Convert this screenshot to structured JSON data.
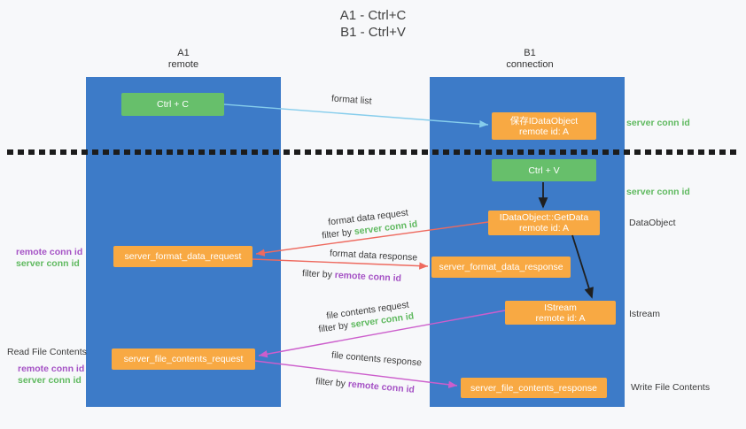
{
  "title": {
    "line1": "A1 - Ctrl+C",
    "line2": "B1 - Ctrl+V"
  },
  "columns": {
    "a": {
      "name": "A1",
      "subtitle": "remote"
    },
    "b": {
      "name": "B1",
      "subtitle": "connection"
    }
  },
  "nodes": {
    "ctrl_c": {
      "label": "Ctrl + C"
    },
    "save_dataobject": {
      "line1": "保存IDataObject",
      "line2": "remote id: A"
    },
    "ctrl_v": {
      "label": "Ctrl + V"
    },
    "getdata": {
      "line1": "IDataObject::GetData",
      "line2": "remote id: A"
    },
    "format_request": {
      "label": "server_format_data_request"
    },
    "format_response": {
      "label": "server_format_data_response"
    },
    "istream": {
      "line1": "IStream",
      "line2": "remote id: A"
    },
    "file_request": {
      "label": "server_file_contents_request"
    },
    "file_response": {
      "label": "server_file_contents_response"
    }
  },
  "labels": {
    "format_list": "format list",
    "format_data_request": "format data request",
    "format_data_response": "format data response",
    "file_contents_request": "file contents request",
    "file_contents_response": "file contents response",
    "filter_by": "filter by ",
    "server_conn_id": "server conn id",
    "remote_conn_id": "remote conn id",
    "dataobject": "DataObject",
    "istream": "Istream",
    "write_file_contents": "Write File Contents",
    "read_file_contents": "Read File Contents"
  },
  "colors": {
    "column_blue": "#3d7bc8",
    "green_box": "#67bf6b",
    "orange_box": "#f8a943",
    "green_text": "#5fb95f",
    "purple_text": "#a552c5",
    "arrow_blue": "#86cdec",
    "arrow_red": "#ee6a5f",
    "arrow_magenta": "#cc5ecc",
    "arrow_black": "#1f1f1f"
  }
}
